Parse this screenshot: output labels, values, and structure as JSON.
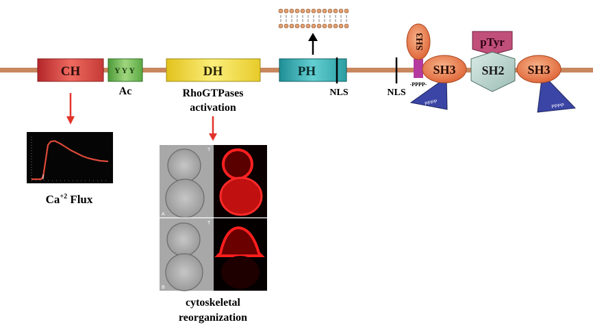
{
  "domains": {
    "ch": "CH",
    "yyy": "YYY",
    "dh": "DH",
    "ph": "PH",
    "sh3_top": "SH3",
    "sh3_a": "SH3",
    "sh2": "SH2",
    "sh3_b": "SH3",
    "ptyr": "pTyr"
  },
  "labels": {
    "ac": "Ac",
    "nls_ph": "NLS",
    "nls_mid": "NLS",
    "pppp_linker": "-PPPP-",
    "pppp_a": "PPPP",
    "pppp_b": "PPPP",
    "dh_line1": "RhoGTPases",
    "dh_line2": "activation",
    "ca_base": "Ca",
    "ca_sup": "+2",
    "ca_rest": " Flux",
    "cyto_line1": "cytoskeletal",
    "cyto_line2": "reorganization",
    "panel_a": "A",
    "panel_b": "B",
    "panel_t1": "T",
    "panel_t2": "T"
  },
  "colors": {
    "backbone": "#c8875e",
    "ch": "#d94a45",
    "yyy": "#7dbf5d",
    "dh": "#f0dc3a",
    "ph": "#3bb0b5",
    "sh3": "#ef8a55",
    "sh2": "#bcd7cf",
    "ptyr": "#c04f79",
    "pppp": "#3b45a5",
    "arrow_red": "#e2332b",
    "flux_trace": "#e04a3a",
    "fluor": "#e01515"
  }
}
